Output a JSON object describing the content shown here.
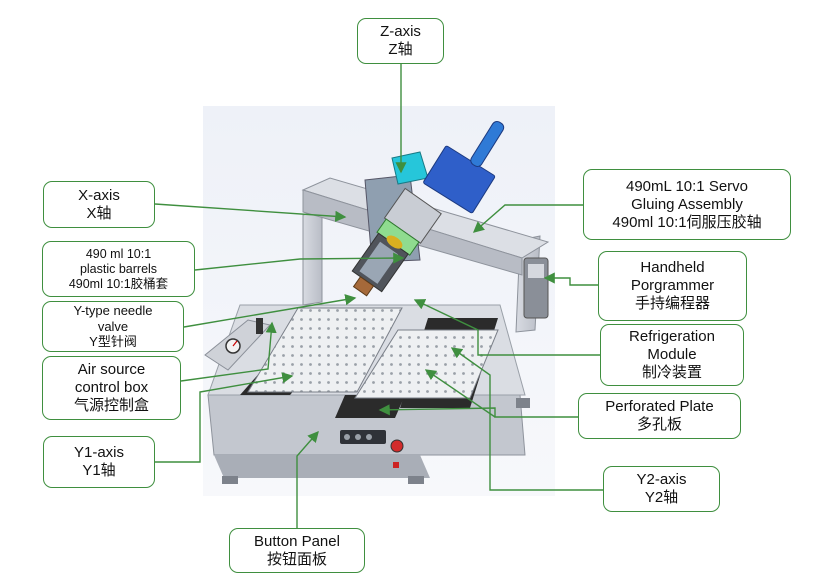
{
  "diagram": {
    "labels": {
      "z_axis": {
        "en": "Z-axis",
        "cn": "Z轴"
      },
      "x_axis": {
        "en": "X-axis",
        "cn": "X轴"
      },
      "plastic_barrels": {
        "line1": "490 ml 10:1",
        "line2": "plastic barrels",
        "cn": "490ml 10:1胶桶套"
      },
      "needle_valve": {
        "line1": "Y-type needle",
        "line2": "valve",
        "cn": "Y型针阀"
      },
      "air_source": {
        "line1": "Air source",
        "line2": "control box",
        "cn": "气源控制盒"
      },
      "y1_axis": {
        "en": "Y1-axis",
        "cn": "Y1轴"
      },
      "button_panel": {
        "en": "Button Panel",
        "cn": "按钮面板"
      },
      "servo_gluing": {
        "line1": "490mL 10:1 Servo",
        "line2": "Gluing Assembly",
        "cn": "490ml 10:1伺服压胶轴"
      },
      "handheld": {
        "line1": "Handheld",
        "line2": "Porgrammer",
        "cn": "手持编程器"
      },
      "refrigeration": {
        "line1": "Refrigeration",
        "line2": "Module",
        "cn": "制冷装置"
      },
      "perforated_plate": {
        "en": "Perforated Plate",
        "cn": "多孔板"
      },
      "y2_axis": {
        "en": "Y2-axis",
        "cn": "Y2轴"
      }
    },
    "colors": {
      "connector": "#3f8f3f",
      "machine_frame": "#c9ccd3",
      "rail": "#2b2b2b",
      "plate": "#e9ecef",
      "cooler": "#8fdc8f",
      "servo": "#2f5fc9",
      "cyan_part": "#26c6da",
      "estop": "#d22b2b"
    },
    "icons": [
      "emergency-stop-icon",
      "pressure-gauge-icon"
    ]
  }
}
